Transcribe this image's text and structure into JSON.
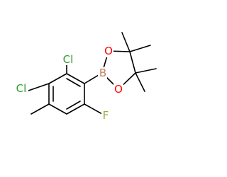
{
  "molecule": {
    "atoms": {
      "cl_top": {
        "text": "Cl",
        "color": "#2e9b2e"
      },
      "cl_left": {
        "text": "Cl",
        "color": "#2e9b2e"
      },
      "fluorine": {
        "text": "F",
        "color": "#8fb23a"
      },
      "boron": {
        "text": "B",
        "color": "#c08060"
      },
      "oxygen_top": {
        "text": "O",
        "color": "#ff0000"
      },
      "oxygen_bottom": {
        "text": "O",
        "color": "#ff0000"
      }
    },
    "bond_color": "#000000"
  }
}
